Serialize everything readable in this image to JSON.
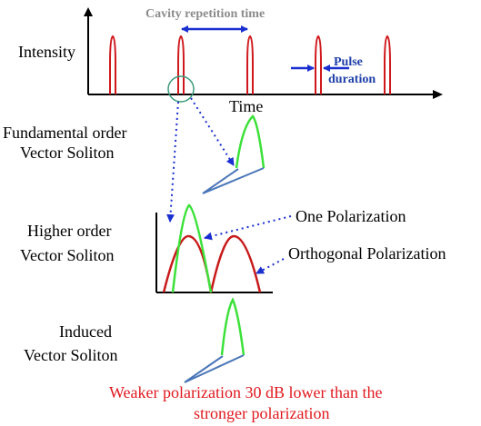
{
  "labels": {
    "intensity": "Intensity",
    "time": "Time",
    "cavity_repetition_time": "Cavity repetition time",
    "pulse": "Pulse",
    "duration": "duration",
    "fundamental_line1": "Fundamental order",
    "fundamental_line2": "Vector Soliton",
    "higher_line1": "Higher order",
    "higher_line2": "Vector Soliton",
    "one_polarization": "One Polarization",
    "orthogonal_polarization": "Orthogonal Polarization",
    "induced_line1": "Induced",
    "induced_line2": "Vector Soliton",
    "note_line1": "Weaker polarization 30 dB lower than the",
    "note_line2": "stronger polarization"
  },
  "colors": {
    "pulse": "#d0181c",
    "green": "#3ce13a",
    "blue_line": "#4a76b8",
    "arrow_blue": "#1a2fd0",
    "circle": "#3a9a7a",
    "note_red": "#e0191f"
  },
  "pulse_train_count": 5
}
